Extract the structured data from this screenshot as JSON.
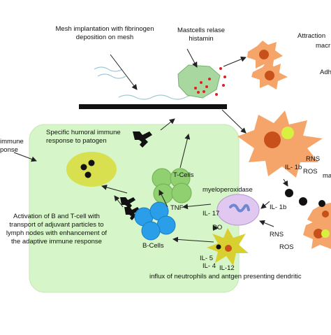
{
  "labels": {
    "mesh": "Mesh implantation with fibrinogen deposition on mesh",
    "mesh_l1": "Mesh implantation with fibrinogen",
    "mesh_l2": "deposition on mesh",
    "mast_l1": "Mastcells relase",
    "mast_l2": "histamin",
    "attraction": "Attraction",
    "macro": "macr",
    "adh": "Adh",
    "immune_l1": "immune",
    "immune_l2": "ponse",
    "humoral_l1": "Specific humoral immune",
    "humoral_l2": "response to patogen",
    "tcells": "T-Cells",
    "tnf": "TNF",
    "bcells": "B-Cells",
    "activation_l1": "Activation of B and T-cell with",
    "activation_l2": "transport of adjuvant particles to",
    "activation_l3": "lymph nodes with enhancement of",
    "activation_l4": "the adaptive immune response",
    "myelo": "myeloperoxidase",
    "il17": "IL- 17",
    "ro": "RO",
    "il1b_right": "IL- 1b",
    "rns_top": "RNS",
    "il1b_top": "IL- 1b",
    "ros_top": "ROS",
    "ma": "ma",
    "rns_bottom": "RNS",
    "ros_bottom": "ROS",
    "il5": "IL- 5",
    "il4": "IL- 4",
    "il12": "IL-12",
    "influx": "influx of neutrophils and antgen presenting dendritic"
  },
  "colors": {
    "lymph_box": "#d6f5c8",
    "mast_cell": "#a8d8a0",
    "granule": "#e02020",
    "macrophage": "#f6a56a",
    "macro_nucleus": "#c8501a",
    "yellow_spot": "#d8f040",
    "tcell": "#90d070",
    "bcell": "#2a9ee8",
    "plasma": "#d8e050",
    "neutrophil": "#e0c8f0",
    "dendritic": "#d8d030",
    "mesh_bar": "#111111"
  },
  "icons": [
    "antibody-icon",
    "mesh-fiber-icon"
  ]
}
